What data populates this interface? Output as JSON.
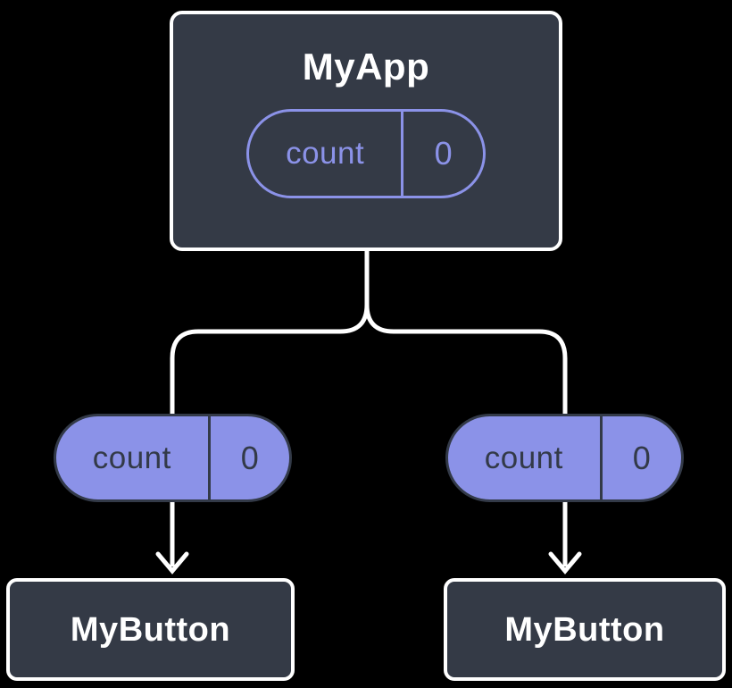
{
  "colors": {
    "background": "#000000",
    "node_fill": "#343a46",
    "node_border": "#ffffff",
    "accent_purple": "#8b92e8",
    "pill_text_dark": "#333a48",
    "connector": "#ffffff",
    "title_text": "#ffffff"
  },
  "tree": {
    "root": {
      "title": "MyApp",
      "pill": {
        "key": "count",
        "value": "0"
      }
    },
    "children": [
      {
        "title": "MyButton",
        "pill": {
          "key": "count",
          "value": "0"
        }
      },
      {
        "title": "MyButton",
        "pill": {
          "key": "count",
          "value": "0"
        }
      }
    ]
  }
}
